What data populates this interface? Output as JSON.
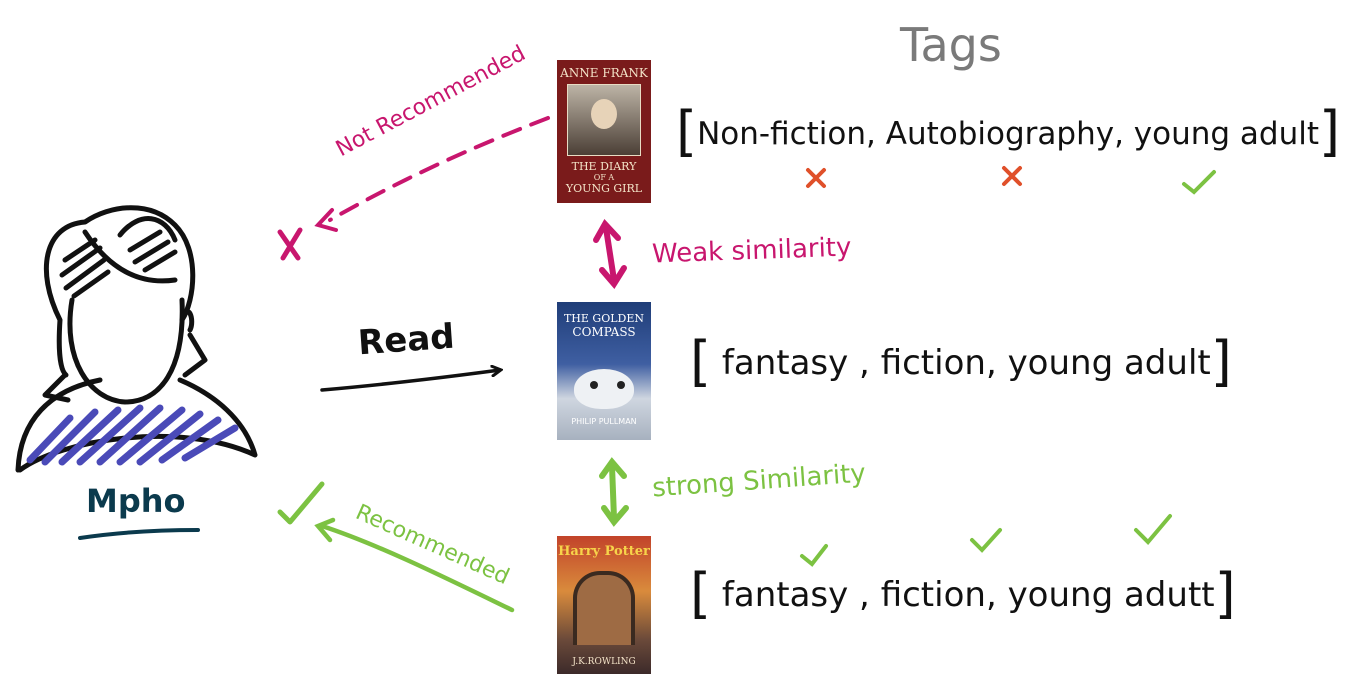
{
  "header": {
    "title": "Tags"
  },
  "user": {
    "name": "Mpho"
  },
  "actions": {
    "read": "Read",
    "not_recommended": "Not Recommended",
    "recommended": "Recommended"
  },
  "similarity": {
    "weak": "Weak similarity",
    "strong": "strong Similarity"
  },
  "books": [
    {
      "cover_lines": [
        "ANNE FRANK",
        "THE DIARY",
        "OF A",
        "YOUNG GIRL"
      ],
      "tags": [
        "Non-fiction",
        "Autobiography",
        "young adult"
      ],
      "tag_matches": [
        false,
        false,
        true
      ]
    },
    {
      "cover_lines": [
        "THE GOLDEN",
        "COMPASS",
        "PHILIP PULLMAN"
      ],
      "tags": [
        "fantasy",
        "fiction",
        "young adult"
      ]
    },
    {
      "cover_lines": [
        "Harry Potter",
        "J.K.ROWLING"
      ],
      "tags": [
        "fantasy",
        "fiction",
        "young adutt"
      ],
      "tag_matches": [
        true,
        true,
        true
      ]
    }
  ],
  "colors": {
    "magenta": "#c8166e",
    "green": "#7cc242",
    "ink": "#111111",
    "teal": "#0b3a4d",
    "blue": "#4a4ab8",
    "cross": "#e0502a",
    "grey": "#7a7a7a"
  }
}
